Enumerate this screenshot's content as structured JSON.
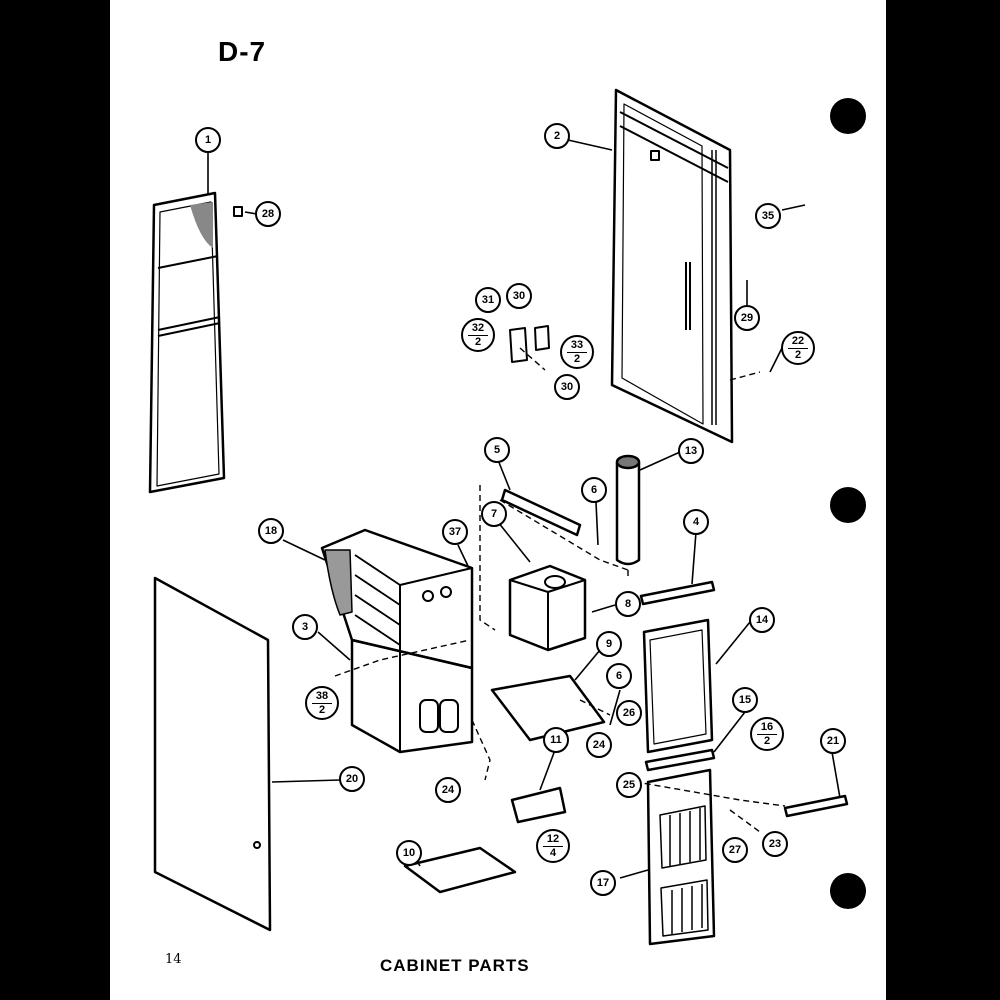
{
  "page": {
    "title": "D-7",
    "number": "14",
    "caption": "CABINET PARTS"
  },
  "callouts": [
    {
      "id": "c1",
      "label": "1"
    },
    {
      "id": "c28a",
      "label": "28"
    },
    {
      "id": "c2",
      "label": "2"
    },
    {
      "id": "c35",
      "label": "35"
    },
    {
      "id": "c29a",
      "label": "29"
    },
    {
      "id": "c22",
      "label": "22",
      "sub": "2"
    },
    {
      "id": "c31",
      "label": "31"
    },
    {
      "id": "c30a",
      "label": "30"
    },
    {
      "id": "c32",
      "label": "32",
      "sub": "2"
    },
    {
      "id": "c33",
      "label": "33",
      "sub": "2"
    },
    {
      "id": "c30b",
      "label": "30"
    },
    {
      "id": "c5",
      "label": "5"
    },
    {
      "id": "c13",
      "label": "13"
    },
    {
      "id": "c6a",
      "label": "6"
    },
    {
      "id": "c7",
      "label": "7"
    },
    {
      "id": "c4",
      "label": "4"
    },
    {
      "id": "c18",
      "label": "18"
    },
    {
      "id": "c37",
      "label": "37"
    },
    {
      "id": "c8",
      "label": "8"
    },
    {
      "id": "c3",
      "label": "3"
    },
    {
      "id": "c14",
      "label": "14"
    },
    {
      "id": "c9",
      "label": "9"
    },
    {
      "id": "c38",
      "label": "38",
      "sub": "2"
    },
    {
      "id": "c6b",
      "label": "6"
    },
    {
      "id": "c15",
      "label": "15"
    },
    {
      "id": "c16",
      "label": "16",
      "sub": "2"
    },
    {
      "id": "c26",
      "label": "26"
    },
    {
      "id": "c11",
      "label": "11"
    },
    {
      "id": "c21",
      "label": "21"
    },
    {
      "id": "c24a",
      "label": "24"
    },
    {
      "id": "c25",
      "label": "25"
    },
    {
      "id": "c20",
      "label": "20"
    },
    {
      "id": "c24b",
      "label": "24"
    },
    {
      "id": "c10",
      "label": "10"
    },
    {
      "id": "c12",
      "label": "12",
      "sub": "4"
    },
    {
      "id": "c27",
      "label": "27"
    },
    {
      "id": "c23",
      "label": "23"
    },
    {
      "id": "c17",
      "label": "17"
    }
  ]
}
